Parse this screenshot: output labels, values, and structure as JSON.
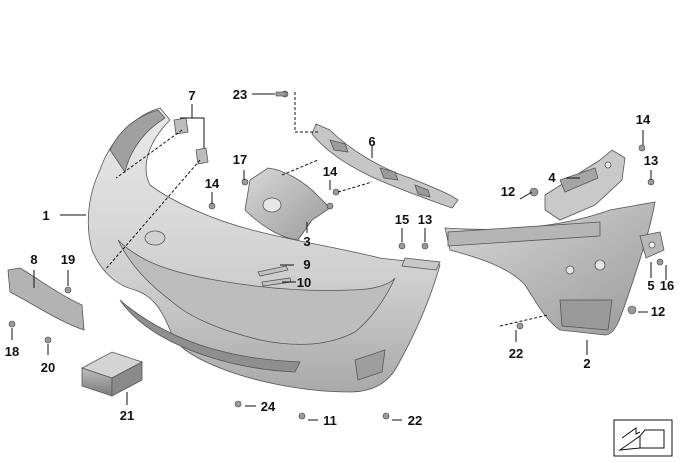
{
  "diagram": {
    "callouts": [
      {
        "id": "c1",
        "label": "1"
      },
      {
        "id": "c2",
        "label": "2"
      },
      {
        "id": "c3",
        "label": "3"
      },
      {
        "id": "c4",
        "label": "4"
      },
      {
        "id": "c5",
        "label": "5"
      },
      {
        "id": "c6",
        "label": "6"
      },
      {
        "id": "c7",
        "label": "7"
      },
      {
        "id": "c8",
        "label": "8"
      },
      {
        "id": "c9",
        "label": "9"
      },
      {
        "id": "c10",
        "label": "10"
      },
      {
        "id": "c11",
        "label": "11"
      },
      {
        "id": "c12a",
        "label": "12"
      },
      {
        "id": "c12b",
        "label": "12"
      },
      {
        "id": "c13a",
        "label": "13"
      },
      {
        "id": "c13b",
        "label": "13"
      },
      {
        "id": "c14a",
        "label": "14"
      },
      {
        "id": "c14b",
        "label": "14"
      },
      {
        "id": "c14c",
        "label": "14"
      },
      {
        "id": "c15",
        "label": "15"
      },
      {
        "id": "c16",
        "label": "16"
      },
      {
        "id": "c17",
        "label": "17"
      },
      {
        "id": "c18",
        "label": "18"
      },
      {
        "id": "c19",
        "label": "19"
      },
      {
        "id": "c20",
        "label": "20"
      },
      {
        "id": "c21",
        "label": "21"
      },
      {
        "id": "c22a",
        "label": "22"
      },
      {
        "id": "c22b",
        "label": "22"
      },
      {
        "id": "c23",
        "label": "23"
      },
      {
        "id": "c24",
        "label": "24"
      }
    ]
  },
  "colors": {
    "part_light": "#e2e2e2",
    "part_mid": "#c4c4c4",
    "part_dark": "#8e8e8e",
    "line": "#111111"
  }
}
